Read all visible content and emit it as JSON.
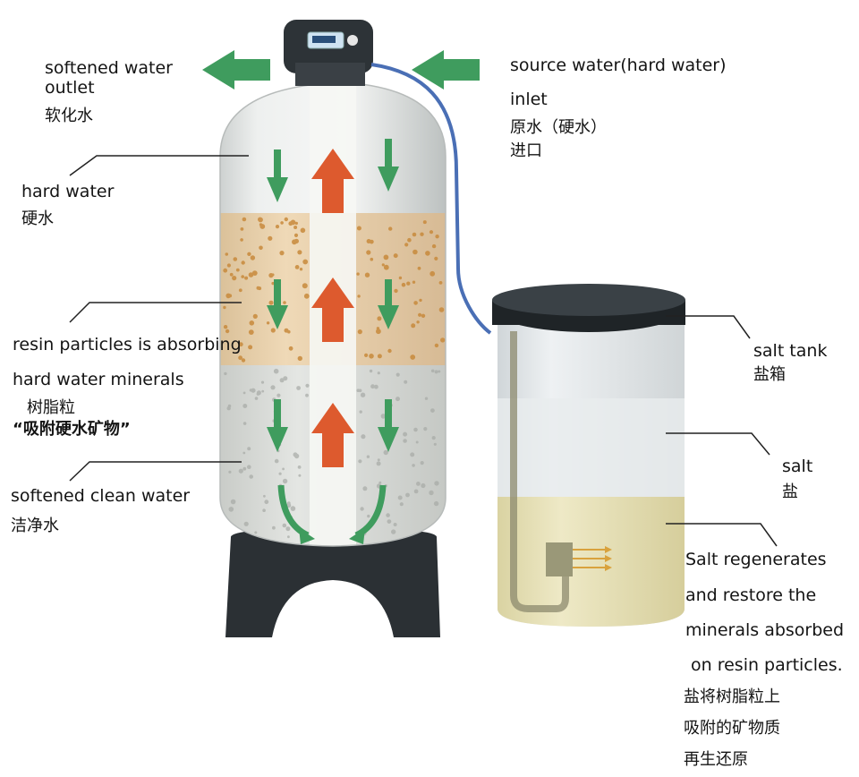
{
  "labels": {
    "outlet_en_1": "softened water",
    "outlet_en_2": "outlet",
    "outlet_cn": "软化水",
    "source_en": "source water(hard water)",
    "inlet_en": "inlet",
    "inlet_cn_1": "原水（硬水）",
    "inlet_cn_2": "进口",
    "hard_en": "hard water",
    "hard_cn": "硬水",
    "resin_en_1": "resin particles is absorbing",
    "resin_en_2": "hard water minerals",
    "resin_cn_1": "树脂粒",
    "resin_cn_2": "“吸附硬水矿物”",
    "soft_en": "softened clean water",
    "soft_cn": "洁净水",
    "salt_tank_en": "salt tank",
    "salt_tank_cn": "盐箱",
    "salt_en": "salt",
    "salt_cn": "盐",
    "regen_en_1": "Salt regenerates",
    "regen_en_2": "and restore the",
    "regen_en_3": "minerals absorbed",
    "regen_en_4": "on resin particles.",
    "regen_cn_1": "盐将树脂粒上",
    "regen_cn_2": "吸附的矿物质",
    "regen_cn_3": "再生还原"
  },
  "colors": {
    "flow_arrow": "#3f9c5e",
    "up_arrow": "#dd5a2e",
    "outlet_arrow": "#3f9c5e",
    "hose": "#4a6fb5",
    "tank_body": "#e9ecec",
    "resin_band": "#ead3b2",
    "clean_band": "#dcdedb",
    "salt_layer": "#e5e0b6",
    "lid": "#1f2427"
  },
  "icons": {
    "control_head": "control-valve-icon"
  }
}
